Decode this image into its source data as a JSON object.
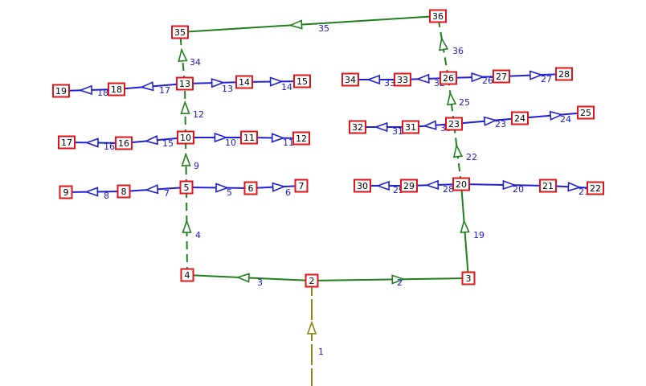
{
  "colors": {
    "trunk": "#8a8a12",
    "green": "#1f7f1f",
    "blue": "#1f1fd9",
    "node_border": "#e0141b",
    "node_text": "#000000",
    "edge_text": "#1a1acc"
  },
  "nodes": [
    {
      "id": "2",
      "label": "2"
    },
    {
      "id": "3",
      "label": "3"
    },
    {
      "id": "4",
      "label": "4"
    },
    {
      "id": "5",
      "label": "5"
    },
    {
      "id": "6",
      "label": "6"
    },
    {
      "id": "7",
      "label": "7"
    },
    {
      "id": "8",
      "label": "8"
    },
    {
      "id": "9",
      "label": "9"
    },
    {
      "id": "10",
      "label": "10"
    },
    {
      "id": "11",
      "label": "11"
    },
    {
      "id": "12",
      "label": "12"
    },
    {
      "id": "13",
      "label": "13"
    },
    {
      "id": "14",
      "label": "14"
    },
    {
      "id": "15",
      "label": "15"
    },
    {
      "id": "16",
      "label": "16"
    },
    {
      "id": "17",
      "label": "17"
    },
    {
      "id": "18",
      "label": "18"
    },
    {
      "id": "19",
      "label": "19"
    },
    {
      "id": "20",
      "label": "20"
    },
    {
      "id": "21",
      "label": "21"
    },
    {
      "id": "22",
      "label": "22"
    },
    {
      "id": "23",
      "label": "23"
    },
    {
      "id": "24",
      "label": "24"
    },
    {
      "id": "25",
      "label": "25"
    },
    {
      "id": "26",
      "label": "26"
    },
    {
      "id": "27",
      "label": "27"
    },
    {
      "id": "28",
      "label": "28"
    },
    {
      "id": "29",
      "label": "29"
    },
    {
      "id": "30",
      "label": "30"
    },
    {
      "id": "31",
      "label": "31"
    },
    {
      "id": "32",
      "label": "32"
    },
    {
      "id": "33",
      "label": "33"
    },
    {
      "id": "34",
      "label": "34"
    },
    {
      "id": "35",
      "label": "35"
    },
    {
      "id": "36",
      "label": "36"
    }
  ],
  "edges": [
    {
      "label": "1",
      "from": "",
      "to": "2",
      "color": "trunk"
    },
    {
      "label": "2",
      "from": "2",
      "to": "3",
      "color": "green"
    },
    {
      "label": "3",
      "from": "2",
      "to": "4",
      "color": "green"
    },
    {
      "label": "4",
      "from": "4",
      "to": "5",
      "color": "green"
    },
    {
      "label": "5",
      "from": "5",
      "to": "6",
      "color": "blue"
    },
    {
      "label": "6",
      "from": "6",
      "to": "7",
      "color": "blue"
    },
    {
      "label": "7",
      "from": "5",
      "to": "8",
      "color": "blue"
    },
    {
      "label": "8",
      "from": "8",
      "to": "9",
      "color": "blue"
    },
    {
      "label": "9",
      "from": "5",
      "to": "10",
      "color": "green"
    },
    {
      "label": "10",
      "from": "10",
      "to": "11",
      "color": "blue"
    },
    {
      "label": "11",
      "from": "11",
      "to": "12",
      "color": "blue"
    },
    {
      "label": "12",
      "from": "10",
      "to": "13",
      "color": "green"
    },
    {
      "label": "13",
      "from": "13",
      "to": "14",
      "color": "blue"
    },
    {
      "label": "14",
      "from": "14",
      "to": "15",
      "color": "blue"
    },
    {
      "label": "15",
      "from": "10",
      "to": "16",
      "color": "blue"
    },
    {
      "label": "16",
      "from": "16",
      "to": "17",
      "color": "blue"
    },
    {
      "label": "17",
      "from": "13",
      "to": "18",
      "color": "blue"
    },
    {
      "label": "18",
      "from": "18",
      "to": "19",
      "color": "blue"
    },
    {
      "label": "19",
      "from": "3",
      "to": "20",
      "color": "green"
    },
    {
      "label": "20",
      "from": "20",
      "to": "21",
      "color": "blue"
    },
    {
      "label": "21",
      "from": "21",
      "to": "22",
      "color": "blue"
    },
    {
      "label": "22",
      "from": "20",
      "to": "23",
      "color": "green"
    },
    {
      "label": "23",
      "from": "23",
      "to": "24",
      "color": "blue"
    },
    {
      "label": "24",
      "from": "24",
      "to": "25",
      "color": "blue"
    },
    {
      "label": "25",
      "from": "23",
      "to": "26",
      "color": "green"
    },
    {
      "label": "26",
      "from": "26",
      "to": "27",
      "color": "blue"
    },
    {
      "label": "27",
      "from": "27",
      "to": "28",
      "color": "blue"
    },
    {
      "label": "28",
      "from": "20",
      "to": "29",
      "color": "blue"
    },
    {
      "label": "29",
      "from": "29",
      "to": "30",
      "color": "blue"
    },
    {
      "label": "30",
      "from": "23",
      "to": "31",
      "color": "blue"
    },
    {
      "label": "31",
      "from": "31",
      "to": "32",
      "color": "blue"
    },
    {
      "label": "32",
      "from": "26",
      "to": "33",
      "color": "blue"
    },
    {
      "label": "33",
      "from": "33",
      "to": "34",
      "color": "blue"
    },
    {
      "label": "34",
      "from": "13",
      "to": "35",
      "color": "green"
    },
    {
      "label": "35",
      "from": "36",
      "to": "35",
      "color": "green"
    },
    {
      "label": "36",
      "from": "26",
      "to": "36",
      "color": "green"
    }
  ]
}
